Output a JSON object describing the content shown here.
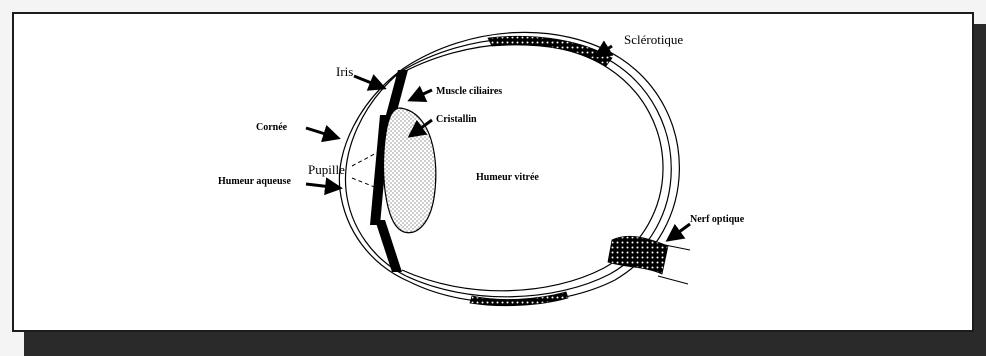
{
  "labels": {
    "sclerotique": "Sclérotique",
    "iris": "Iris",
    "muscle_ciliaires": "Muscle ciliaires",
    "cristallin": "Cristallin",
    "cornee": "Cornée",
    "pupille": "Pupille",
    "humeur_aqueuse": "Humeur aqueuse",
    "humeur_vitree": "Humeur vitrée",
    "nerf_optique": "Nerf optique"
  },
  "colors": {
    "ink": "#000000",
    "frame_shadow": "#2a2a2a",
    "panel": "#ffffff"
  }
}
